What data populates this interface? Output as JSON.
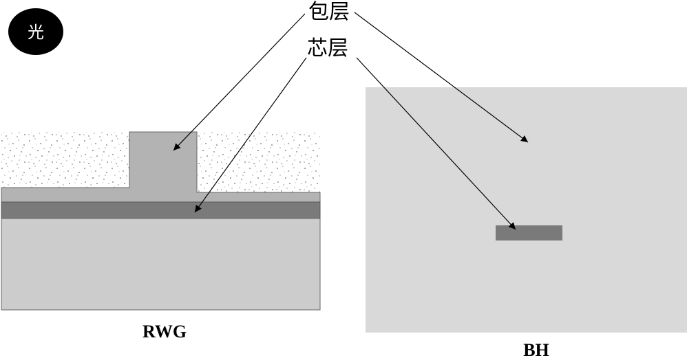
{
  "badge": {
    "text": "光"
  },
  "labels": {
    "cladding": "包层",
    "core": "芯层"
  },
  "structures": {
    "rwg": "RWG",
    "bh": "BH"
  },
  "colors": {
    "cladding_rwg": "#cccccc",
    "ridge": "#b3b3b3",
    "core": "#7a7a7a",
    "cladding_bh": "#d9d9d9",
    "badge": "#000000"
  }
}
